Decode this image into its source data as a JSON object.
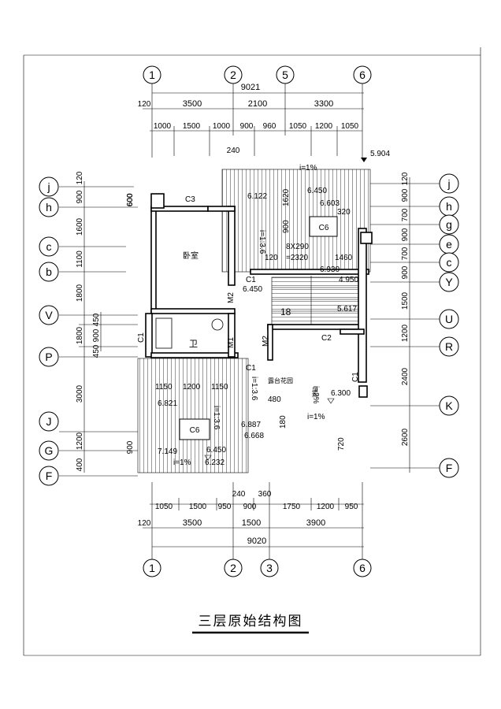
{
  "drawing_title": "三层原始结构图",
  "axes_top": [
    "1",
    "2",
    "5",
    "6"
  ],
  "axes_bottom": [
    "1",
    "2",
    "3",
    "6"
  ],
  "axes_left": [
    "j",
    "h",
    "c",
    "b",
    "V",
    "P",
    "J",
    "G",
    "F"
  ],
  "axes_right": [
    "j",
    "h",
    "g",
    "e",
    "c",
    "Y",
    "U",
    "R",
    "K",
    "F"
  ],
  "dims_top": {
    "overall": "9021",
    "offset": "120",
    "spans": [
      "3500",
      "2100",
      "3300"
    ],
    "sub": [
      "1000",
      "1500",
      "1000",
      "900",
      "960",
      "1050",
      "1200",
      "1050"
    ],
    "small": "240"
  },
  "dims_bottom": {
    "small": [
      "240",
      "360"
    ],
    "sub": [
      "1050",
      "1500",
      "950",
      "900",
      "1750",
      "1200",
      "950"
    ],
    "offset": "120",
    "spans": [
      "3500",
      "1500",
      "3900"
    ],
    "overall": "9020"
  },
  "dims_left": [
    "900",
    "120",
    "600",
    "1600",
    "1100",
    "1800",
    "450",
    "900",
    "450",
    "1800",
    "3000",
    "1200",
    "900",
    "400"
  ],
  "dims_right": [
    "120",
    "900",
    "700",
    "900",
    "700",
    "900",
    "1500",
    "1200",
    "2400",
    "2600"
  ],
  "levels": [
    "5.904",
    "6.122",
    "6.450",
    "6.603",
    "6.450",
    "4.950",
    "5.617",
    "6.930",
    "6.821",
    "6.887",
    "6.668",
    "6.450",
    "6.232",
    "7.149",
    "6.300"
  ],
  "slopes": [
    "i=1%",
    "i=1:3.6",
    "i=1:3.6",
    "i=1:3.6",
    "i=2%",
    "i=1%",
    "i=1%"
  ],
  "openings": [
    "C3",
    "C1",
    "C1",
    "C1",
    "C1",
    "C2",
    "M2",
    "M1",
    "M2"
  ],
  "skylights": [
    "C6",
    "C6"
  ],
  "dim_notes": [
    "1620",
    "900",
    "8X290",
    "=2320",
    "120",
    "1460",
    "320",
    "600",
    "480",
    "720",
    "180",
    "18",
    "1150",
    "1200",
    "1150"
  ],
  "room_labels": [
    "卧室",
    "卫",
    "露台花园",
    "浴缸"
  ]
}
